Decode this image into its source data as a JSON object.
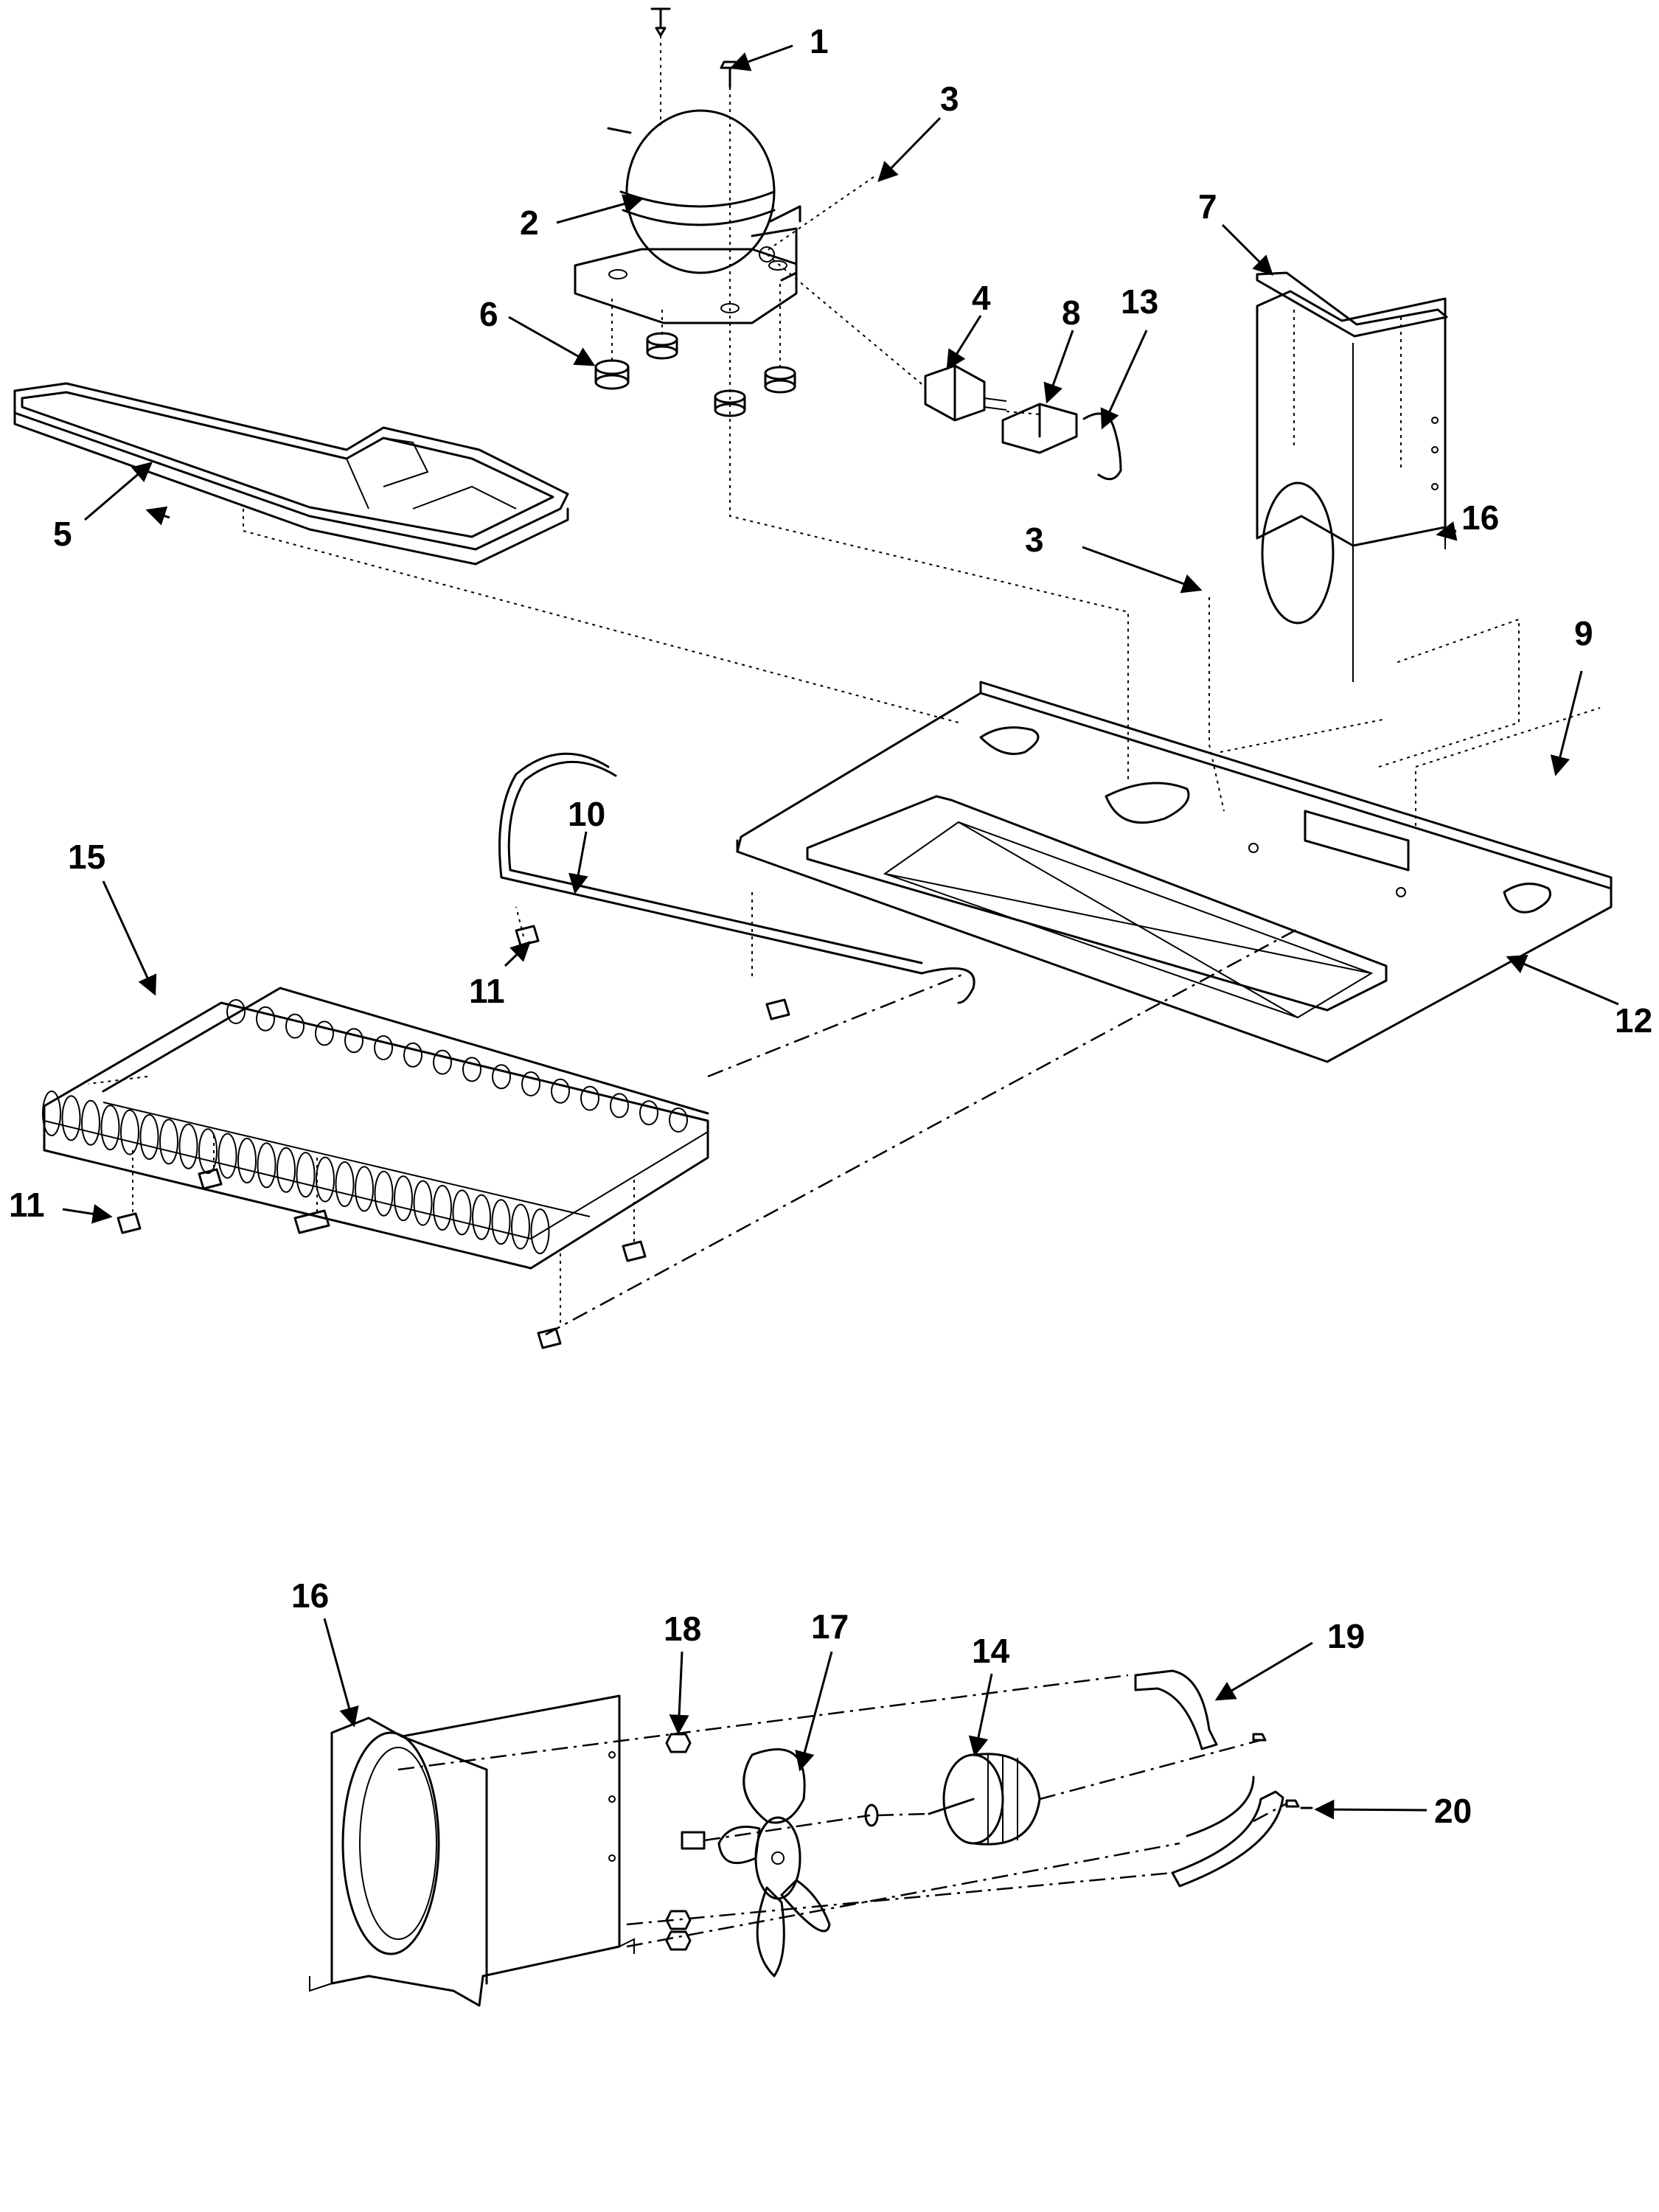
{
  "callouts": {
    "c1": "1",
    "c2": "2",
    "c3a": "3",
    "c3b": "3",
    "c4": "4",
    "c5": "5",
    "c6": "6",
    "c7": "7",
    "c8": "8",
    "c9": "9",
    "c10": "10",
    "c11a": "11",
    "c11b": "11",
    "c12": "12",
    "c13": "13",
    "c14": "14",
    "c15": "15",
    "c16a": "16",
    "c16b": "16",
    "c17": "17",
    "c18": "18",
    "c19": "19",
    "c20": "20"
  }
}
